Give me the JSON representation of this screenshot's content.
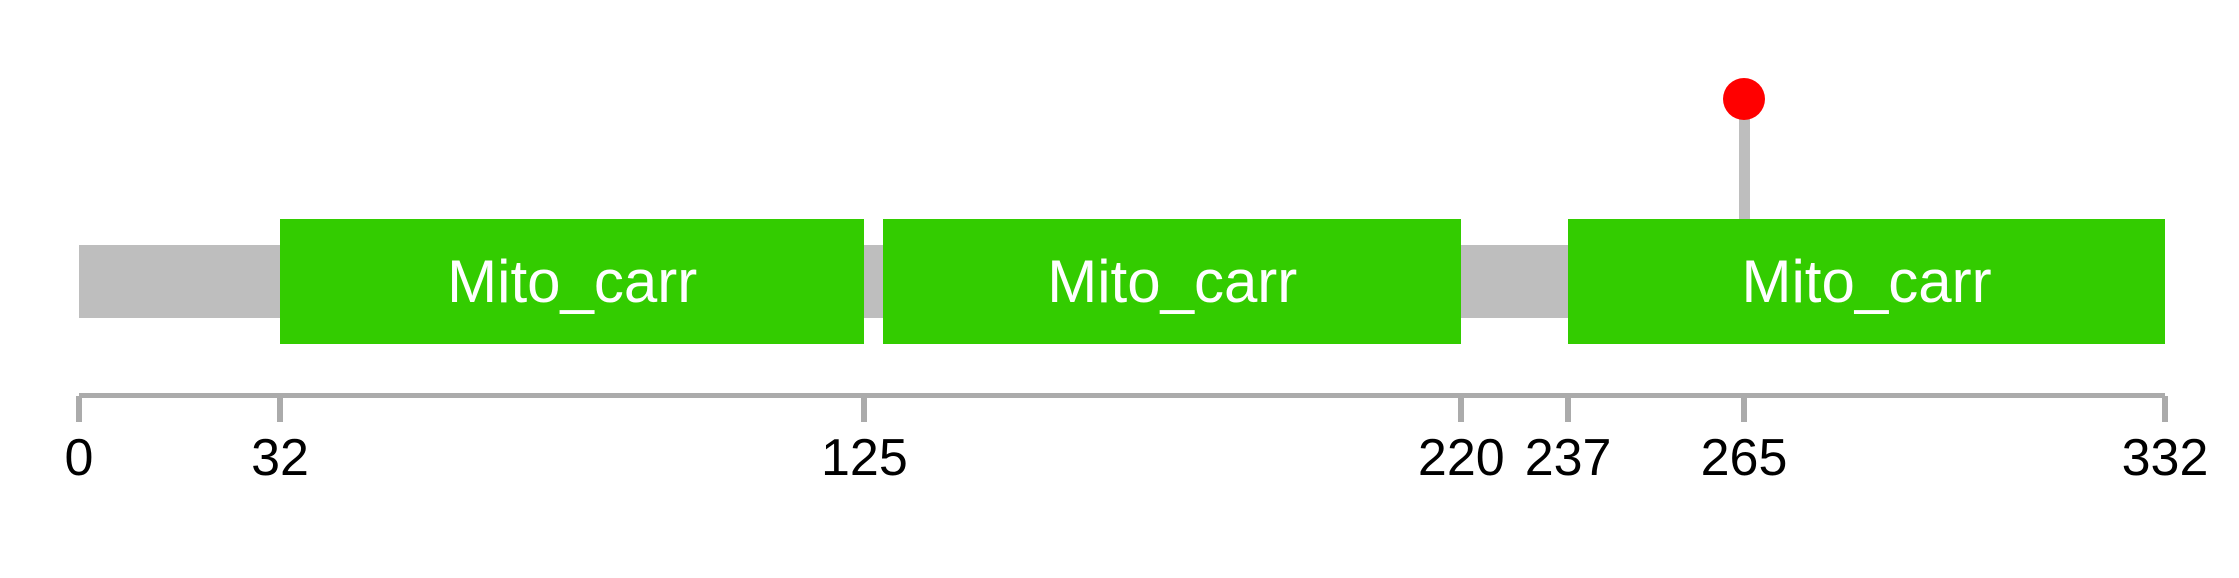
{
  "chart_data": {
    "type": "lollipop",
    "title": "",
    "xlabel": "",
    "ylabel": "",
    "xlim": [
      0,
      332
    ],
    "grid": false,
    "legend": false,
    "protein_length": 332,
    "axis_ticks": [
      0,
      32,
      125,
      220,
      237,
      265,
      332
    ],
    "backbone": {
      "start": 0,
      "end": 332
    },
    "domains": [
      {
        "name": "Mito_carr",
        "start": 32,
        "end": 125
      },
      {
        "name": "Mito_carr",
        "start": 128,
        "end": 220
      },
      {
        "name": "Mito_carr",
        "start": 237,
        "end": 332
      }
    ],
    "mutations": [
      {
        "position": 265,
        "count": 1
      }
    ],
    "colors": {
      "background": "#ffffff",
      "backbone": "#bebebe",
      "domain_fill": "#33cc00",
      "domain_text": "#ffffff",
      "marker_head": "#ff0000",
      "marker_stem": "#bebebe",
      "axis": "#ababab",
      "tick_label": "#000000"
    }
  }
}
